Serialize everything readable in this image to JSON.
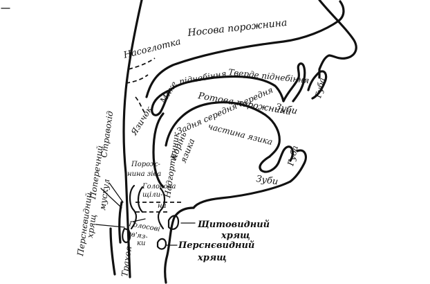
{
  "labels": {
    "nasal_cavity": "Носова порожнина",
    "nasopharynx": "Насоглотка",
    "soft_palate": "Мяке",
    "palate": "піднебіння",
    "hard_palate": "Тверде піднебіння",
    "teeth_upper": "Зуби",
    "lip_upper": "Губа",
    "oral_cavity": "Ротова порожнина",
    "uvula": "Язичок",
    "tongue_parts_line1": "Задня середня передня",
    "tongue_parts_line2": "частина язика",
    "tongue_root_1": "Корінь",
    "tongue_root_2": "язика",
    "epiglottis": "Надгортанник",
    "pharynx_cavity_1": "Порож-",
    "pharynx_cavity_2": "нина зіва",
    "glottis_1": "Голосова",
    "glottis_2": "щіли-",
    "glottis_3": "на",
    "vocal_cords_1": "Голосові",
    "vocal_cords_2": "зв'яз-",
    "vocal_cords_3": "ки",
    "esophagus": "Стравохід",
    "transverse_muscle_1": "Поперечний",
    "transverse_muscle_2": "мускул",
    "cricoid_left_1": "Перснєвидний",
    "cricoid_left_2": "хрящ",
    "trachea": "Трахея",
    "thyroid_1": "Щитовидний",
    "thyroid_2": "хрящ",
    "cricoid_right_1": "Перснєвидний",
    "cricoid_right_2": "хрящ",
    "teeth_lower": "Зуби",
    "lip_lower": "Губа"
  }
}
